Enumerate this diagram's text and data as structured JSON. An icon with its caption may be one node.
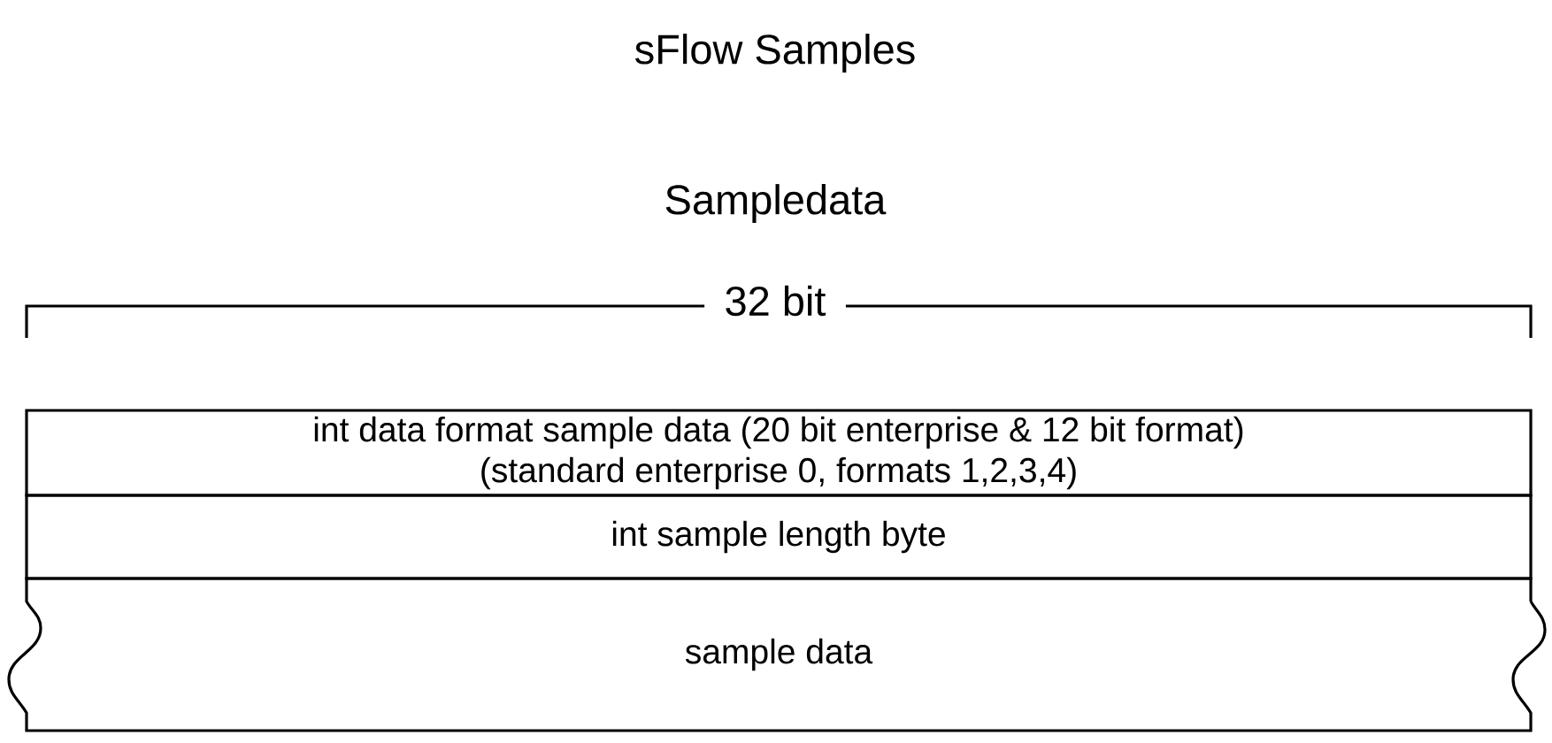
{
  "diagram": {
    "title": "sFlow Samples",
    "nodes": [
      {
        "text": [
          "int data format sample data (20 bit enterprise & 12 bit format)",
          "(standard enterprise 0, formats 1,2,3,4)"
        ]
      },
      {
        "text": [
          "int sample length byte"
        ]
      },
      {
        "text": [
          "sample data"
        ]
      }
    ],
    "labels": [
      "Sampledata",
      "32 bit"
    ]
  }
}
